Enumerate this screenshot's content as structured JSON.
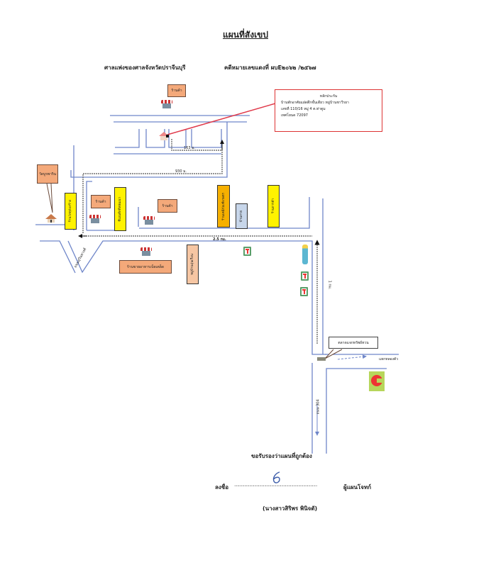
{
  "document": {
    "title": "แผนที่สังเขป",
    "court": "ศาลแพ่งของศาลจังหวัดปราจีนบุรี",
    "case_number": "คดีหมายเลขแดงที่  ผบE๒๐๖๒ /๒๕๖๗"
  },
  "info_box": {
    "heading": "หลักประกัน",
    "line1": "บ้านพักอาศัยแฝดตึกชั้นเดียว  หมู่บ้านชาวีรยา",
    "line2": "เลขที่ 110/16   หมู่ 4  ต.ท่าตูม",
    "line3": "เทศโยนด 72097"
  },
  "map": {
    "callouts": {
      "shop_top": "ร้านค้า",
      "temple": "วัดบูรพาริน",
      "shop_mid_left": "ร้านค้า",
      "shop_mid_right": "ร้านค้า",
      "shop_bottom": "ร้านขายอาหารเบ็ดเตล็ด",
      "market_sign": "ตลาดแจกทรัพย์ทวน"
    },
    "vertical_labels": {
      "yellow_1": "ร้านวัสดุก่อสร้าง",
      "yellow_2": "ซีเมนต์สตีลพัฒนา",
      "orange": "ร้านเคมีภัณฑ์เกษตร",
      "blue": "บ้านสาย",
      "yellow_3": "ร้านการค้า",
      "peach": "หมู่บ้านอุ่นเรือน",
      "diag_road": "ถนนสุวินทวงศ์"
    },
    "distances": {
      "short": "163 ม.",
      "mid": "930 ม.",
      "main": "2.5 กม.",
      "vertical": "1 กม."
    },
    "road_labels": {
      "east": "แยกหลองตัว",
      "highway": "ถนน 304"
    },
    "icons": [
      "shop-icon",
      "house-icon",
      "seven-eleven-icon",
      "lotus-icon",
      "gas-station-icon",
      "cp-logo-icon"
    ],
    "colors": {
      "road": "#6f86c9",
      "route": "#555555",
      "red_line": "#e0394a",
      "callout": "#f4a97a",
      "yellow": "#fff200",
      "orange": "#f6b000",
      "blue_box": "#c7d6ea",
      "seven_green": "#5a9e6a",
      "cp_green": "#b7d65b"
    }
  },
  "footer": {
    "certify": "ขอรับรองว่าแผนที่ถูกต้อง",
    "sign_prefix": "ลงชื่อ",
    "sign_dots": "...................................................................................",
    "sign_role": "ผู้แผนโจทก์",
    "signer_name": "(นางสาวสิริพร พินิจดั)"
  }
}
